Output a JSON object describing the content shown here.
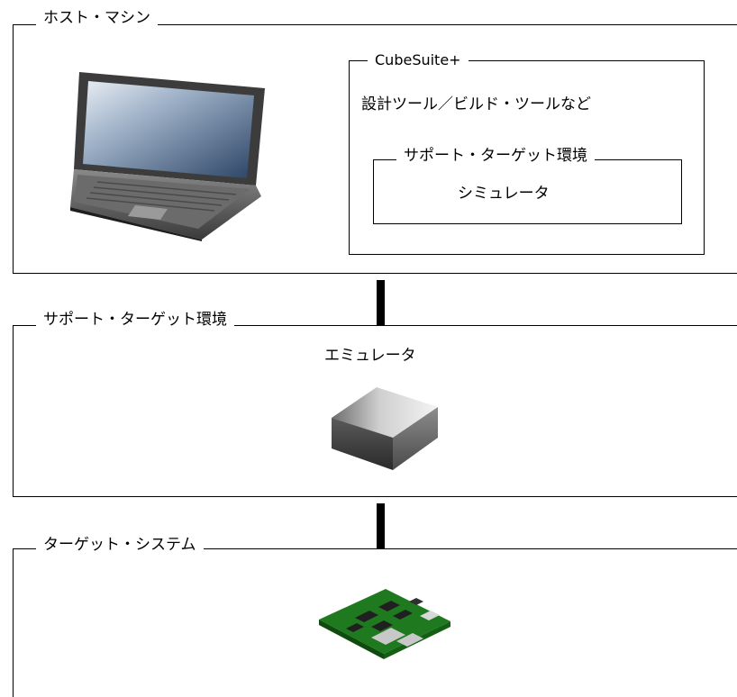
{
  "host": {
    "title": "ホスト・マシン",
    "cubesuite": {
      "title": "CubeSuite+",
      "tools": "設計ツール／ビルド・ツールなど",
      "support": {
        "title": "サポート・ターゲット環境",
        "item": "シミュレータ"
      }
    }
  },
  "support_env": {
    "title": "サポート・ターゲット環境",
    "item": "エミュレータ"
  },
  "target": {
    "title": "ターゲット・システム"
  },
  "icons": [
    "laptop-icon",
    "emulator-box-icon",
    "circuit-board-icon"
  ]
}
